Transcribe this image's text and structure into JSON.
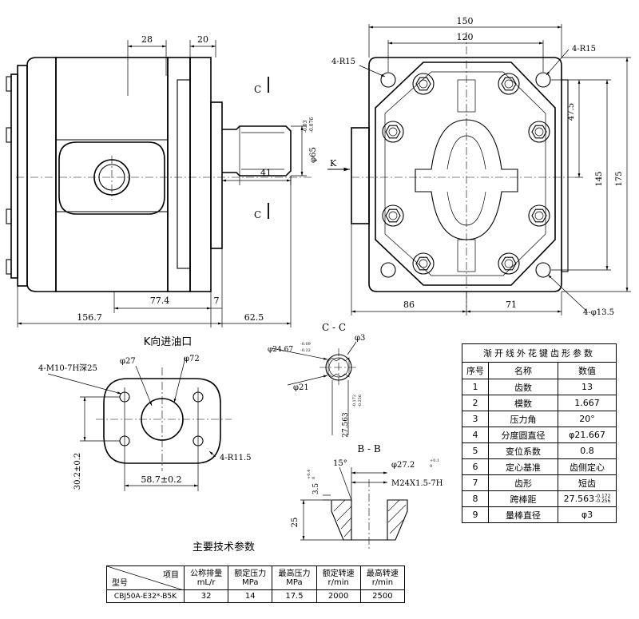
{
  "views": {
    "side": {
      "dim_top_left": "28",
      "dim_top_right": "20",
      "section_mark_top": "C",
      "section_mark_bottom": "C",
      "shaft_diameter": "φ65",
      "shaft_tol_upper": "-0.03",
      "shaft_tol_lower": "-0.076",
      "shaft_length": "41",
      "dim_77_4": "77.4",
      "dim_7": "7",
      "dim_156_7": "156.7",
      "dim_62_5": "62.5"
    },
    "front": {
      "dim_150": "150",
      "dim_120": "120",
      "label_4r15_left": "4-R15",
      "label_4r15_right": "4-R15",
      "dim_47_5": "47.5",
      "dim_145": "145",
      "dim_175": "175",
      "dim_86": "86",
      "dim_71": "71",
      "label_holes": "4-φ13.5",
      "view_arrow": "K"
    },
    "k_view": {
      "title": "K向进油口",
      "label_thread": "4-M10-7H深25",
      "label_d27": "φ27",
      "label_d72": "φ72",
      "label_4r11_5": "4-R11.5",
      "dim_30_2": "30.2±0.2",
      "dim_58_7": "58.7±0.2"
    },
    "cc_section": {
      "title": "C - C",
      "label_d3": "φ3",
      "label_d24_67": "φ24.67",
      "d24_tol_upper": "-0.09",
      "d24_tol_lower": "-0.22",
      "label_d21": "φ21",
      "label_27_563": "27.563",
      "d27_tol_upper": "-0.172",
      "d27_tol_lower": "-0.256"
    },
    "bb_section": {
      "title": "B - B",
      "label_angle": "15°",
      "label_d27_2": "φ27.2",
      "d27_2_tol_upper": "+0.1",
      "d27_2_tol_lower": "0",
      "label_thread": "M24X1.5-7H",
      "label_3_5": "3.5",
      "tol_3_5_upper": "+0.4",
      "tol_3_5_lower": "0",
      "label_25": "25"
    },
    "gear_table": {
      "title": "渐开线外花键齿形参数",
      "headers": [
        "序号",
        "名称",
        "数值"
      ],
      "rows": [
        [
          "1",
          "齿数",
          "13"
        ],
        [
          "2",
          "模数",
          "1.667"
        ],
        [
          "3",
          "压力角",
          "20°"
        ],
        [
          "4",
          "分度圆直径",
          "φ21.667"
        ],
        [
          "5",
          "变位系数",
          "0.8"
        ],
        [
          "6",
          "定心基准",
          "齿侧定心"
        ],
        [
          "7",
          "齿形",
          "短齿"
        ],
        [
          "8",
          "跨棒距",
          "27.563"
        ],
        [
          "9",
          "量棒直径",
          "φ3"
        ]
      ],
      "row8_tol_upper": "-0.172",
      "row8_tol_lower": "-0.256"
    },
    "tech_table": {
      "title": "主要技术参数",
      "corner_top": "项目",
      "corner_bottom": "型号",
      "headers": [
        [
          "公称排量",
          "mL/r"
        ],
        [
          "额定压力",
          "MPa"
        ],
        [
          "最高压力",
          "MPa"
        ],
        [
          "额定转速",
          "r/min"
        ],
        [
          "最高转速",
          "r/min"
        ]
      ],
      "model": "CBJ50A-E32*-B5K",
      "values": [
        "32",
        "14",
        "17.5",
        "2000",
        "2500"
      ]
    }
  }
}
